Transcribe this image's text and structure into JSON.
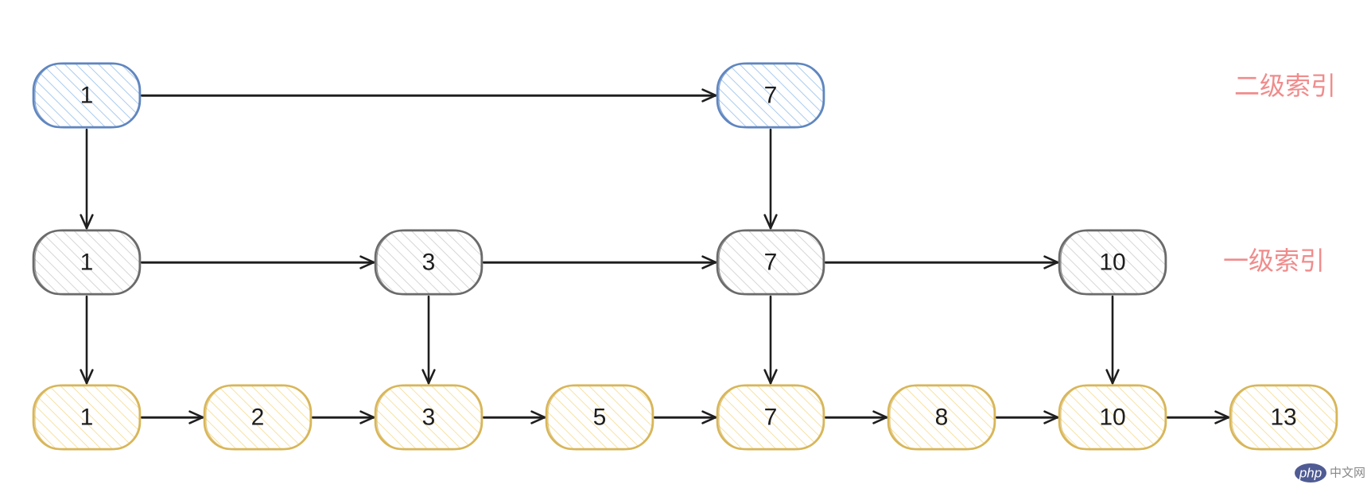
{
  "colors": {
    "level2": {
      "stroke": "#5f86c0",
      "fill": "#a9cbf0"
    },
    "level1": {
      "stroke": "#6b6b6b",
      "fill": "#d2d2d2"
    },
    "base": {
      "stroke": "#d8b659",
      "fill": "#f7e2a3"
    },
    "label": "#f08c8c",
    "arrow": "#1e1e1e"
  },
  "labels": {
    "level2": "二级索引",
    "level1": "一级索引"
  },
  "levels": {
    "level2": [
      "1",
      "7"
    ],
    "level1": [
      "1",
      "3",
      "7",
      "10"
    ],
    "base": [
      "1",
      "2",
      "3",
      "5",
      "7",
      "8",
      "10",
      "13"
    ]
  },
  "watermark": {
    "logo_text": "php",
    "site_text": "中文网"
  }
}
